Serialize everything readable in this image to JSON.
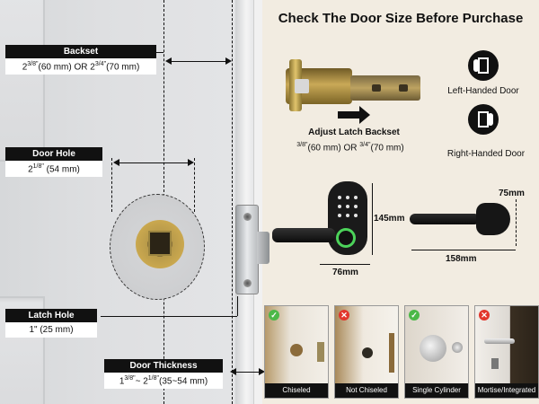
{
  "title": "Check The Door Size Before Purchase",
  "backset": {
    "head": "Backset",
    "a": "2",
    "a_sup": "3/8\"",
    "a_mm": "(60 mm)",
    "or": "OR",
    "b": "2",
    "b_sup": "3/4\"",
    "b_mm": "(70 mm)"
  },
  "door_hole": {
    "head": "Door Hole",
    "a": "2",
    "a_sup": "1/8\"",
    "a_mm": "(54 mm)"
  },
  "latch_hole": {
    "head": "Latch Hole",
    "value": "1\" (25 mm)"
  },
  "door_thickness": {
    "head": "Door Thickness",
    "a": "1",
    "a_sup": "3/8\"",
    "sep": "~",
    "b": "2",
    "b_sup": "1/8\"",
    "mm": "(35~54 mm)"
  },
  "adjust": {
    "title": "Adjust Latch Backset",
    "a_sup": "3/8\"",
    "a_mm": "(60 mm)",
    "or": "OR",
    "b_sup": "3/4\"",
    "b_mm": "(70 mm)"
  },
  "handed": {
    "left": "Left-Handed Door",
    "right": "Right-Handed Door",
    "left_icon": "left-hand-door-icon",
    "right_icon": "right-hand-door-icon"
  },
  "dims": {
    "height": "145mm",
    "width": "76mm",
    "depth": "75mm",
    "length": "158mm"
  },
  "thumbs": [
    {
      "label": "Chiseled",
      "ok": true
    },
    {
      "label": "Not Chiseled",
      "ok": false
    },
    {
      "label": "Single Cylinder",
      "ok": true
    },
    {
      "label": "Mortise/Integrated",
      "ok": false
    }
  ],
  "colors": {
    "ok": "#4cb848",
    "bad": "#e2362c",
    "panel": "#f2ece1",
    "ring": "#4cd35a"
  }
}
